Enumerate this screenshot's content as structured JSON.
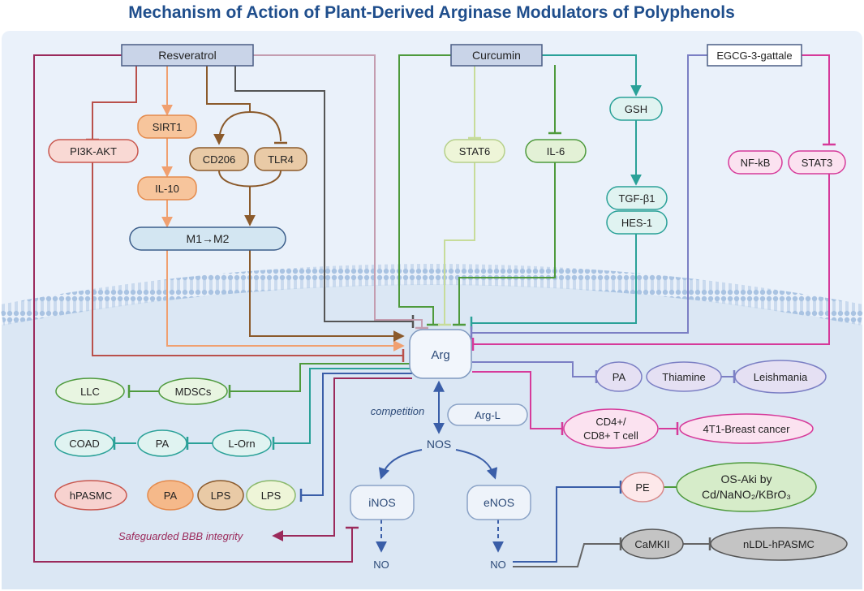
{
  "title": "Mechanism of Action of Plant-Derived Arginase Modulators of Polyphenols",
  "sources": {
    "resveratrol": "Resveratrol",
    "curcumin": "Curcumin",
    "egcg": "EGCG-3-gattale"
  },
  "nodes": {
    "pi3k_akt": "PI3K-AKT",
    "sirt1": "SIRT1",
    "cd206": "CD206",
    "tlr4": "TLR4",
    "il10": "IL-10",
    "m1m2": "M1→M2",
    "stat6": "STAT6",
    "il6": "IL-6",
    "gsh": "GSH",
    "tgf_b1": "TGF-β1",
    "hes1": "HES-1",
    "nfkb": "NF-kB",
    "stat3": "STAT3",
    "arg": "Arg",
    "arg_l": "Arg-L",
    "competition": "competition",
    "nos": "NOS",
    "inos": "iNOS",
    "enos": "eNOS",
    "no_left": "NO",
    "no_right": "NO",
    "llc": "LLC",
    "mdscs": "MDSCs",
    "coad": "COAD",
    "pa_left": "PA",
    "l_orn": "L-Orn",
    "hpasmc": "hPASMC",
    "pa_orange": "PA",
    "lps_brown": "LPS",
    "lps_green": "LPS",
    "bbb": "Safeguarded BBB integrity",
    "pa_purple": "PA",
    "thiamine": "Thiamine",
    "leishmania": "Leishmania",
    "cd4_line1": "CD4+/",
    "cd4_line2": "CD8+ T cell",
    "breast": "4T1-Breast cancer",
    "pe": "PE",
    "osaki_line1": "OS-Aki by",
    "osaki_line2": "Cd/NaNO₂/KBrO₃",
    "camkii": "CaMKII",
    "nldl": "nLDL-hPASMC"
  },
  "colors": {
    "title": "#1f4e8c",
    "panel_bg": "#eaf1fa",
    "membrane": "#b7cde6",
    "cell_interior": "#d9e6f4",
    "resveratrol_branch": "#b9504b",
    "sirt1_branch": "#f0a070",
    "cd206_branch": "#8b5a2b",
    "curcumin_green": "#4e9a3c",
    "stat6_light": "#c7dc9a",
    "gsh_teal": "#2aa198",
    "egcg_purple": "#7b7fc4",
    "stat3_magenta": "#d63a9a",
    "nos_blue": "#3a5ea8",
    "bbb_arrow": "#9b2a5b"
  }
}
